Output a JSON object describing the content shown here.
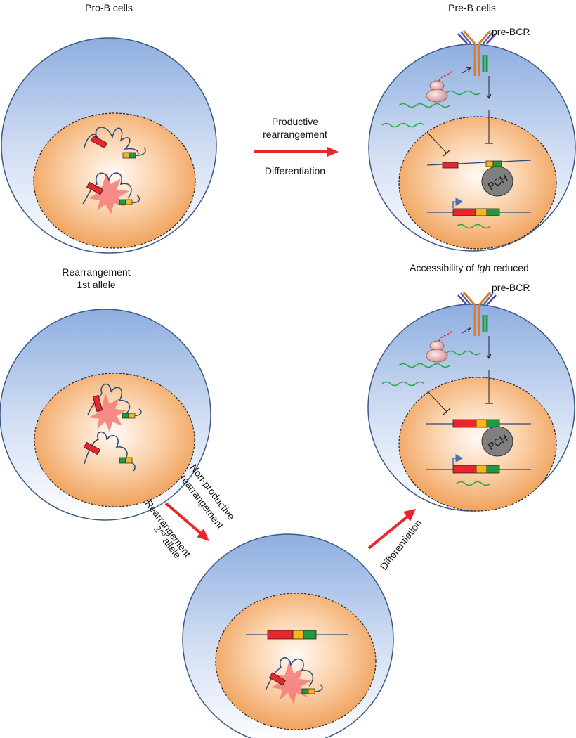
{
  "labels": {
    "pro_b_cells": "Pro-B cells",
    "pre_b_cells": "Pre-B cells",
    "pre_bcr_top": "pre-BCR",
    "pre_bcr_bottom": "pre-BCR",
    "productive_line1": "Productive",
    "productive_line2": "rearrangement",
    "differentiation_top": "Differentiation",
    "rearr_1st_line1": "Rearrangement",
    "rearr_1st_line2": "1st allele",
    "accessibility_pre": "Accessibility of ",
    "accessibility_italic": "Igh",
    "accessibility_post": " reduced",
    "nonprod_line1": "Non-productive",
    "nonprod_line2": "rearrangement",
    "rearr_2nd_line1": "Rearrangement",
    "rearr_2nd_line2_num": "2",
    "rearr_2nd_line2_sup": "nd",
    "rearr_2nd_line2_rest": " allele",
    "differentiation_diag": "Differentiation",
    "pch_top": "PCH",
    "pch_bottom": "PCH"
  },
  "colors": {
    "arrow": "#e8262b",
    "cell_edge": "#3b5a86",
    "nucleus_core": "#fff6ee",
    "nucleus_edge": "#ef9a4e",
    "segment_v": "#e8262b",
    "segment_d": "#f4b81c",
    "segment_j": "#1f9a3c",
    "transcript": "#2aa84a",
    "dna": "#2b4a75"
  }
}
